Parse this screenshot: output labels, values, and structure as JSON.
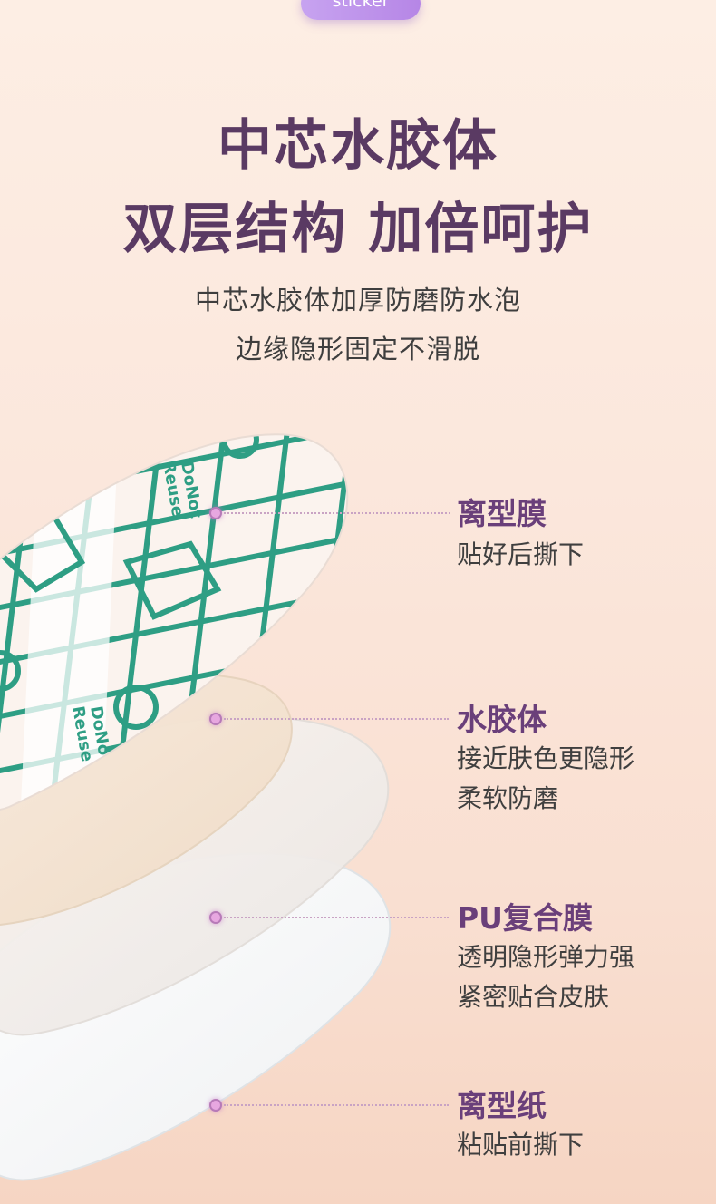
{
  "badge": {
    "label": "sticker"
  },
  "headline": {
    "line1": "中芯水胶体",
    "line2": "双层结构 加倍呵护"
  },
  "subtitle": {
    "line1": "中芯水胶体加厚防磨防水泡",
    "line2": "边缘隐形固定不滑脱"
  },
  "illustration": {
    "print_text_1": "DoNot",
    "print_text_2": "Reuse",
    "grid_color": "#2e9e84"
  },
  "layers": [
    {
      "title": "离型膜",
      "desc": [
        "贴好后撕下"
      ]
    },
    {
      "title": "水胶体",
      "desc": [
        "接近肤色更隐形",
        "柔软防磨"
      ]
    },
    {
      "title": "PU复合膜",
      "desc": [
        "透明隐形弹力强",
        "紧密贴合皮肤"
      ]
    },
    {
      "title": "离型纸",
      "desc": [
        "粘贴前撕下"
      ]
    }
  ],
  "colors": {
    "title": "#5a3a63",
    "label": "#6a3f7a",
    "accent_dot": "#e7a7e0"
  }
}
